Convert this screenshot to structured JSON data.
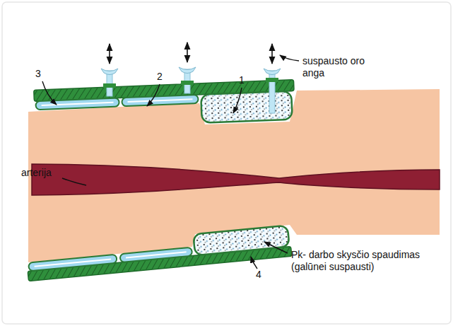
{
  "diagram": {
    "labels": [
      "suspausto oro anga",
      "3",
      "2",
      "1",
      "arterija",
      "Pk- darbo skysčio spaudimas (galūnei suspausti)",
      "4"
    ]
  }
}
